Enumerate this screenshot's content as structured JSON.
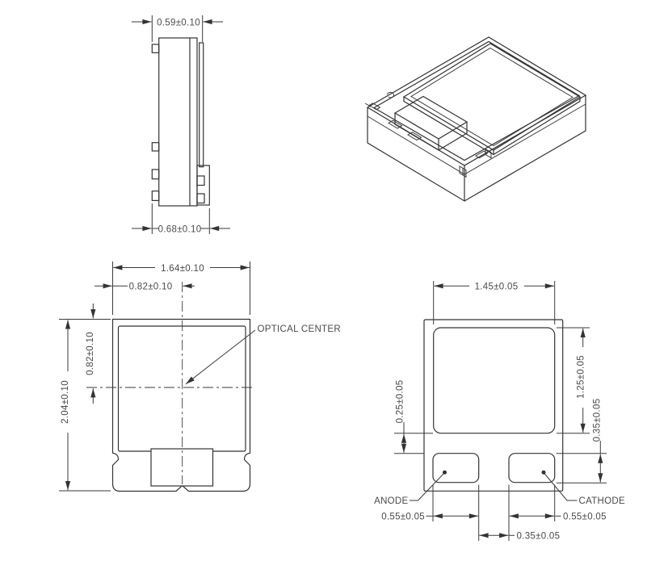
{
  "drawing": {
    "side_view": {
      "top_width_dim": "0.59±0.10",
      "bottom_width_dim": "0.68±0.10"
    },
    "front_view": {
      "overall_width_dim": "1.64±0.10",
      "half_width_dim": "0.82±0.10",
      "optical_center_height_dim": "0.82±0.10",
      "overall_height_dim": "2.04±0.10",
      "optical_center_label": "OPTICAL CENTER"
    },
    "pad_view": {
      "pad_width_dim": "1.45±0.05",
      "pad_height_dim": "1.25±0.05",
      "pad_to_terminal_gap_dim": "0.25±0.05",
      "terminal_height_dim": "0.35±0.05",
      "anode_terminal_width_dim": "0.55±0.05",
      "cathode_terminal_width_dim": "0.55±0.05",
      "terminal_gap_dim": "0.35±0.05",
      "anode_label": "ANODE",
      "cathode_label": "CATHODE"
    },
    "colors": {
      "line_color": "#333333",
      "text_color": "#4a4a4a",
      "background_color": "#ffffff"
    }
  }
}
